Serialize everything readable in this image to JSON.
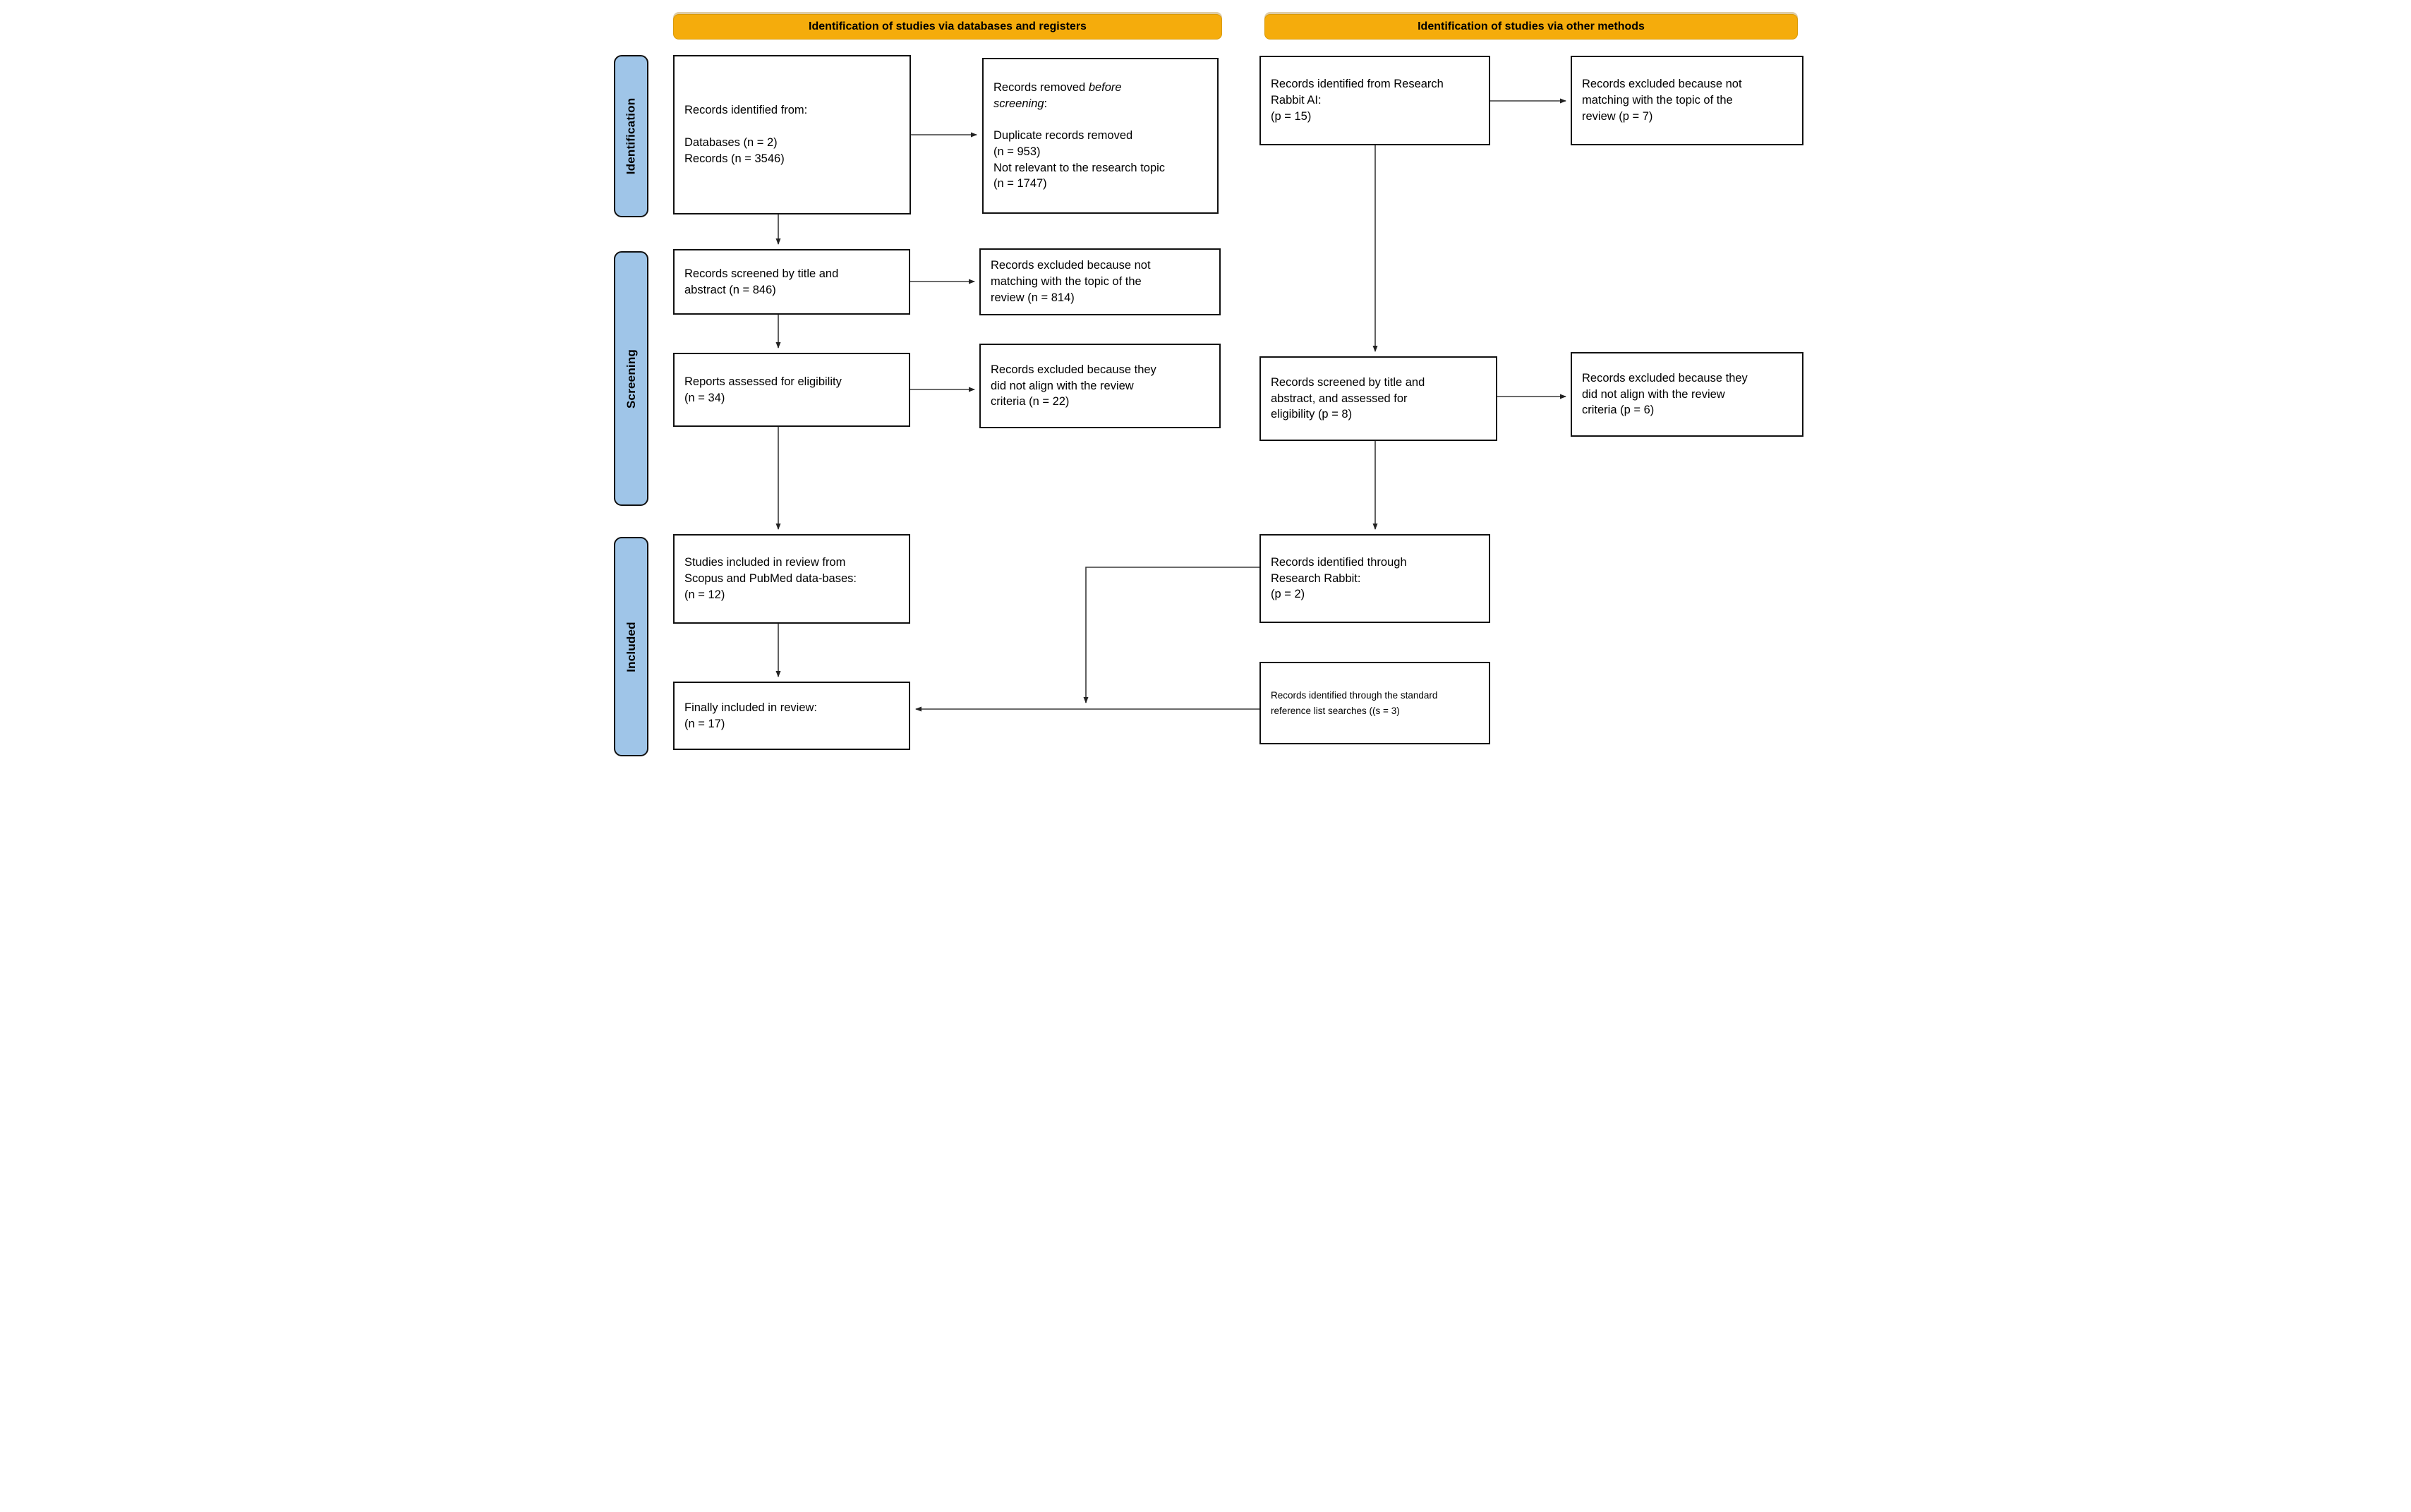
{
  "diagram": {
    "title_hint": "PRISMA flow diagram",
    "colors": {
      "header_bg": "#F5AC0C",
      "sidebar_bg": "#9FC5E8"
    },
    "headers": {
      "databases": "Identification of studies via databases and registers",
      "other_methods": "Identification of studies via other methods"
    },
    "stages": {
      "identification": "Identification",
      "screening": "Screening",
      "included": "Included"
    },
    "boxes": {
      "records_identified_db": "Records identified from:\n\nDatabases (n = 2)\nRecords (n = 3546)",
      "records_removed": {
        "prefix": "Records removed ",
        "italic": "before\nscreening",
        "suffix": ":",
        "rest": "\n\nDuplicate records removed\n(n = 953)\nNot relevant to the research topic\n(n = 1747)"
      },
      "records_screened_db": "Records screened by title and\nabstract (n = 846)",
      "records_excluded_topic_db": "Records excluded because not\nmatching with the topic of the\nreview (n = 814)",
      "reports_assessed_db": "Reports assessed for eligibility\n(n = 34)",
      "records_excluded_criteria_db": "Records excluded because they\ndid not align with the review\ncriteria (n = 22)",
      "studies_included_db": "Studies included in review from\nScopus and PubMed data-bases:\n(n = 12)",
      "finally_included": "Finally included in review:\n(n = 17)",
      "records_identified_rr": "Records identified from Research\nRabbit AI:\n(p = 15)",
      "records_excluded_topic_rr": "Records excluded because not\nmatching with the topic of the\nreview (p = 7)",
      "records_screened_rr": "Records screened by title and\nabstract, and assessed for\neligibility (p = 8)",
      "records_excluded_criteria_rr": "Records excluded because they\ndid not align with the review\ncriteria (p = 6)",
      "records_identified_through_rr": "Records identified through\nResearch Rabbit:\n(p = 2)",
      "records_reference_list": "Records identified through the standard\nreference list searches ((s = 3)"
    }
  }
}
